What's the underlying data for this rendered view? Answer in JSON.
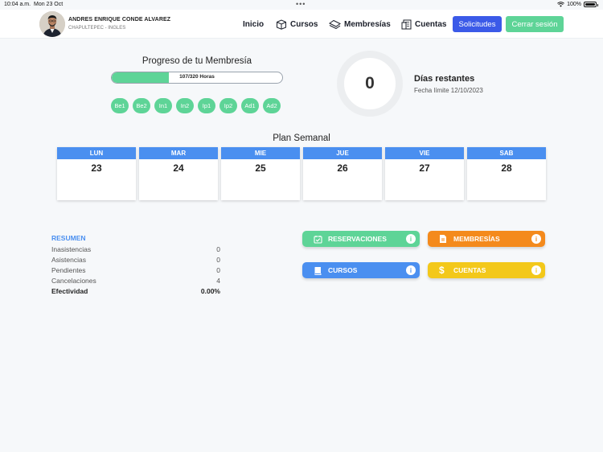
{
  "status_bar": {
    "time": "10:04 a.m.",
    "date": "Mon 23 Oct",
    "battery": "100%"
  },
  "header": {
    "user_name": "ANDRES ENRIQUE CONDE ALVAREZ",
    "user_subtitle": "CHAPULTEPEC - INGLES",
    "nav": {
      "inicio": "Inicio",
      "cursos": "Cursos",
      "membresias": "Membresías",
      "cuentas": "Cuentas"
    },
    "solicitudes_label": "Solicitudes",
    "logout_label": "Cerrar sesión"
  },
  "membership": {
    "title": "Progreso de tu Membresía",
    "progress_text": "107/320 Horas",
    "hours_done": 107,
    "hours_total": 320,
    "levels": [
      "Be1",
      "Be2",
      "In1",
      "In2",
      "Ip1",
      "Ip2",
      "Ad1",
      "Ad2"
    ]
  },
  "days_remaining": {
    "value": "0",
    "label": "Días restantes",
    "deadline": "Fecha límite 12/10/2023"
  },
  "weekly_plan": {
    "title": "Plan Semanal",
    "days": [
      {
        "name": "LUN",
        "number": "23"
      },
      {
        "name": "MAR",
        "number": "24"
      },
      {
        "name": "MIE",
        "number": "25"
      },
      {
        "name": "JUE",
        "number": "26"
      },
      {
        "name": "VIE",
        "number": "27"
      },
      {
        "name": "SAB",
        "number": "28"
      }
    ]
  },
  "summary": {
    "title": "RESUMEN",
    "rows": [
      {
        "label": "Inasistencias",
        "value": "0"
      },
      {
        "label": "Asistencias",
        "value": "0"
      },
      {
        "label": "Pendientes",
        "value": "0"
      },
      {
        "label": "Cancelaciones",
        "value": "4"
      },
      {
        "label": "Efectividad",
        "value": "0.00%"
      }
    ]
  },
  "actions": {
    "reservaciones": "RESERVACIONES",
    "membresias": "MEMBRESÍAS",
    "cursos": "CURSOS",
    "cuentas": "CUENTAS",
    "info_glyph": "i"
  },
  "colors": {
    "primary_blue": "#3b5ae8",
    "day_header_blue": "#4a8ff0",
    "green": "#5ed497",
    "orange": "#f48a1c",
    "yellow": "#f3c81a"
  },
  "icons": {
    "cursos": "box-icon",
    "membresias": "card-stack-icon",
    "cuentas": "ledger-icon",
    "reservaciones": "calendar-check-icon",
    "membresias_action": "document-icon",
    "cursos_action": "book-icon",
    "cuentas_action": "dollar-icon"
  }
}
